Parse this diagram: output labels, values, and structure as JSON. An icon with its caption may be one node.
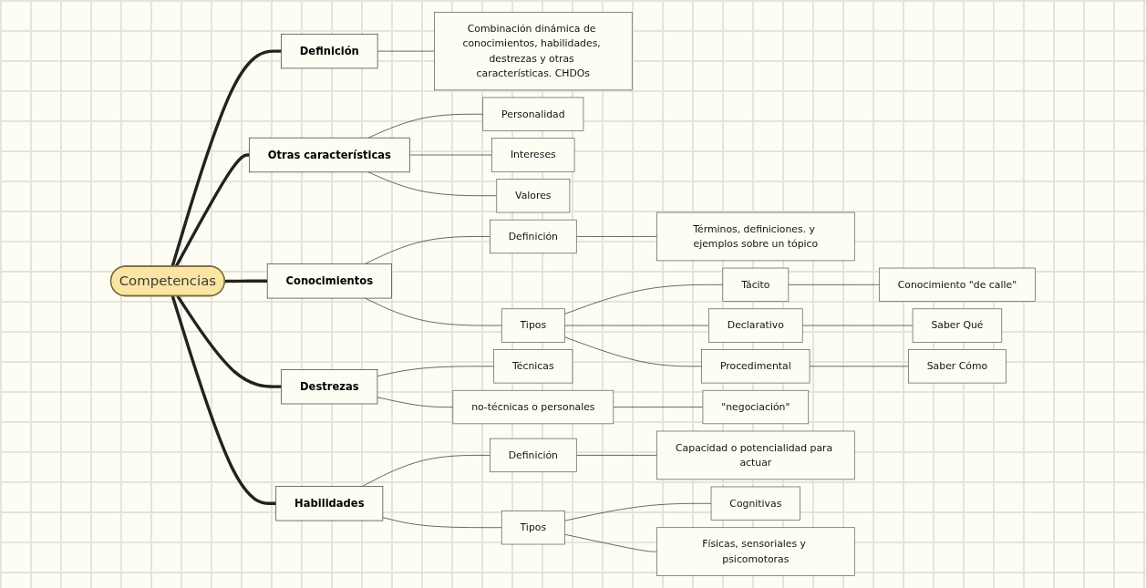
{
  "diagram": {
    "nodes": [
      {
        "text": [
          "Competencias"
        ]
      },
      {
        "text": [
          "Definición"
        ]
      },
      {
        "text": [
          "Combinación dinámica de conocimientos, habilidades, destrezas y otras características. CHDOs"
        ]
      },
      {
        "text": [
          "Otras características"
        ]
      },
      {
        "text": [
          "Personalidad"
        ]
      },
      {
        "text": [
          "Intereses"
        ]
      },
      {
        "text": [
          "Valores"
        ]
      },
      {
        "text": [
          "Conocimientos"
        ]
      },
      {
        "text": [
          "Definición"
        ]
      },
      {
        "text": [
          "Términos, definiciones. y ejemplos sobre un tópico"
        ]
      },
      {
        "text": [
          "Tipos"
        ]
      },
      {
        "text": [
          "Tácito"
        ]
      },
      {
        "text": [
          "Conocimiento \"de calle\""
        ]
      },
      {
        "text": [
          "Declarativo"
        ]
      },
      {
        "text": [
          "Saber Qué"
        ]
      },
      {
        "text": [
          "Procedimental"
        ]
      },
      {
        "text": [
          "Saber Cómo"
        ]
      },
      {
        "text": [
          "Destrezas"
        ]
      },
      {
        "text": [
          "Técnicas"
        ]
      },
      {
        "text": [
          "no-técnicas o personales"
        ]
      },
      {
        "text": [
          "\"negociación\""
        ]
      },
      {
        "text": [
          "Habilidades"
        ]
      },
      {
        "text": [
          "Definición"
        ]
      },
      {
        "text": [
          "Capacidad o potencialidad para actuar"
        ]
      },
      {
        "text": [
          "Tipos"
        ]
      },
      {
        "text": [
          "Cognitivas"
        ]
      },
      {
        "text": [
          "Físicas, sensoriales y psicomotoras"
        ]
      }
    ],
    "edges": [
      {
        "from": 0,
        "to": 1,
        "arrow": "none",
        "style": "thick"
      },
      {
        "from": 1,
        "to": 2,
        "arrow": "none"
      },
      {
        "from": 0,
        "to": 3,
        "arrow": "none",
        "style": "thick"
      },
      {
        "from": 3,
        "to": 4,
        "arrow": "none"
      },
      {
        "from": 3,
        "to": 5,
        "arrow": "none"
      },
      {
        "from": 3,
        "to": 6,
        "arrow": "none"
      },
      {
        "from": 0,
        "to": 7,
        "arrow": "none",
        "style": "thick"
      },
      {
        "from": 7,
        "to": 8,
        "arrow": "none"
      },
      {
        "from": 8,
        "to": 9,
        "arrow": "none"
      },
      {
        "from": 7,
        "to": 10,
        "arrow": "none"
      },
      {
        "from": 10,
        "to": 11,
        "arrow": "none"
      },
      {
        "from": 11,
        "to": 12,
        "arrow": "none"
      },
      {
        "from": 10,
        "to": 13,
        "arrow": "none"
      },
      {
        "from": 13,
        "to": 14,
        "arrow": "none"
      },
      {
        "from": 10,
        "to": 15,
        "arrow": "none"
      },
      {
        "from": 15,
        "to": 16,
        "arrow": "none"
      },
      {
        "from": 0,
        "to": 17,
        "arrow": "none",
        "style": "thick"
      },
      {
        "from": 17,
        "to": 18,
        "arrow": "none"
      },
      {
        "from": 17,
        "to": 19,
        "arrow": "none"
      },
      {
        "from": 19,
        "to": 20,
        "arrow": "none"
      },
      {
        "from": 0,
        "to": 21,
        "arrow": "none",
        "style": "thick"
      },
      {
        "from": 21,
        "to": 22,
        "arrow": "none"
      },
      {
        "from": 22,
        "to": 23,
        "arrow": "none"
      },
      {
        "from": 21,
        "to": 24,
        "arrow": "none"
      },
      {
        "from": 24,
        "to": 25,
        "arrow": "none"
      },
      {
        "from": 24,
        "to": 26,
        "arrow": "none"
      }
    ]
  }
}
